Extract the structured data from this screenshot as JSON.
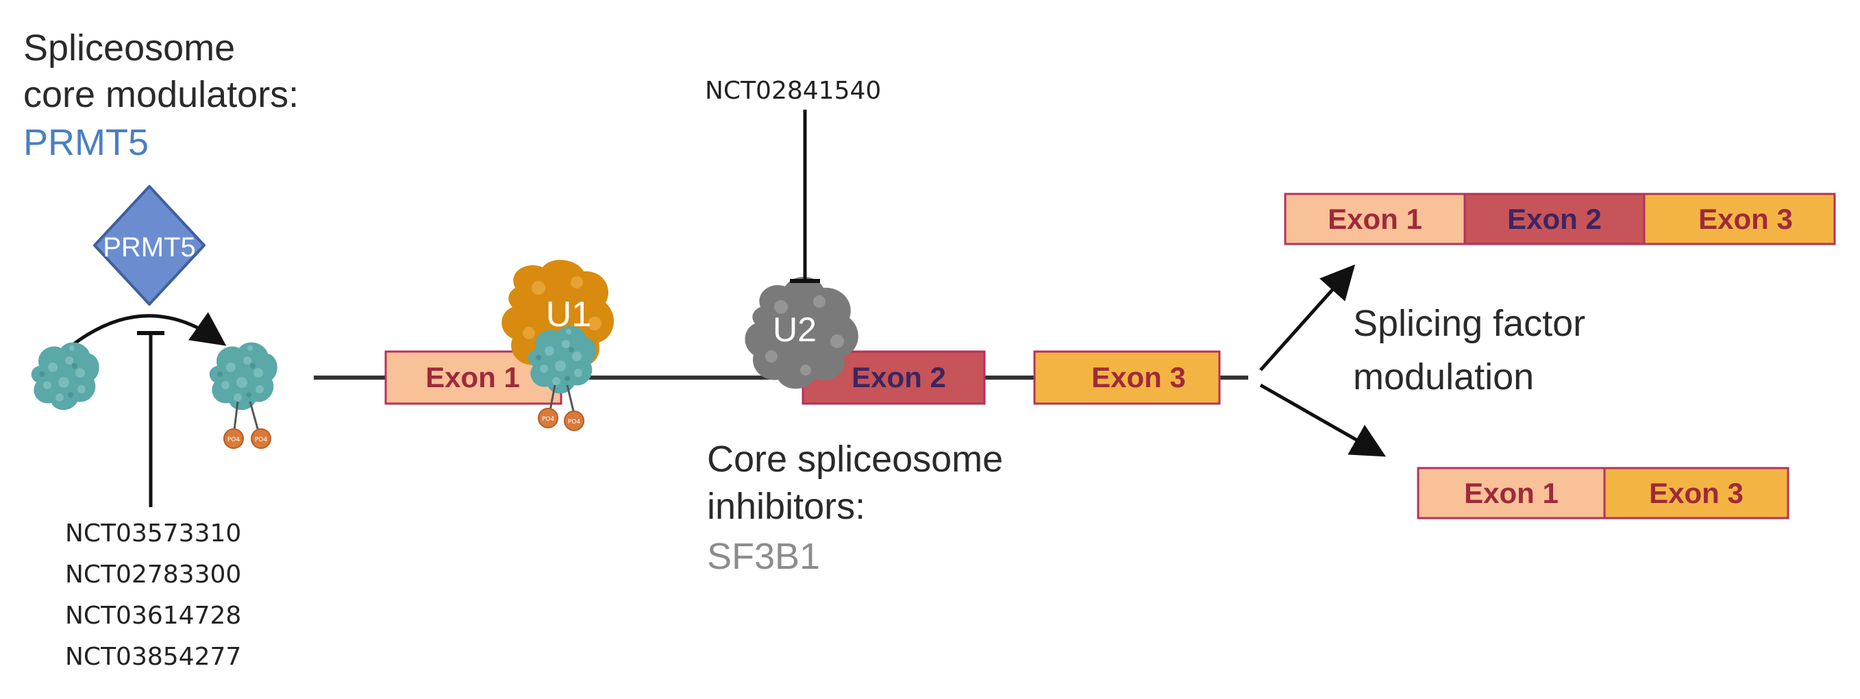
{
  "modulators": {
    "heading_line1": "Spliceosome",
    "heading_line2": "core modulators:",
    "target": "PRMT5",
    "diamond_label": "PRMT5",
    "trials": [
      "NCT03573310",
      "NCT02783300",
      "NCT03614728",
      "NCT03854277"
    ]
  },
  "pre_mrna": {
    "exon1": "Exon 1",
    "exon2": "Exon 2",
    "exon3": "Exon 3",
    "u1_label": "U1",
    "u2_label": "U2"
  },
  "inhibitors": {
    "trial": "NCT02841540",
    "heading_line1": "Core spliceosome",
    "heading_line2": "inhibitors:",
    "target": "SF3B1"
  },
  "outcome": {
    "label_line1": "Splicing factor",
    "label_line2": "modulation",
    "top_exons": [
      "Exon 1",
      "Exon 2",
      "Exon 3"
    ],
    "bottom_exons": [
      "Exon 1",
      "Exon 3"
    ]
  },
  "colors": {
    "exon1_fill": "#f9c198",
    "exon2_fill": "#c65458",
    "exon3_fill": "#f4b443",
    "exon_border": "#b5325a",
    "exon1_text": "#9e2a3a",
    "exon2_text": "#3d2560",
    "exon3_text": "#9e2a3a",
    "prmt5_blue": "#4a7fc0",
    "diamond_fill": "#6b8dd0",
    "protein_teal": "#5aa8a8",
    "u1_orange": "#d98b10",
    "u2_gray": "#7a7a7a",
    "phospho_orange": "#d97a3a",
    "sf3b1_gray": "#8c8c8c"
  },
  "icons": {
    "protein": "protein-blob-icon",
    "phosphate": "phosphate-group-icon",
    "u1": "u1-snrnp-icon",
    "u2": "u2-snrnp-icon",
    "inhibit": "inhibition-bar-icon",
    "arrow": "arrow-icon"
  }
}
